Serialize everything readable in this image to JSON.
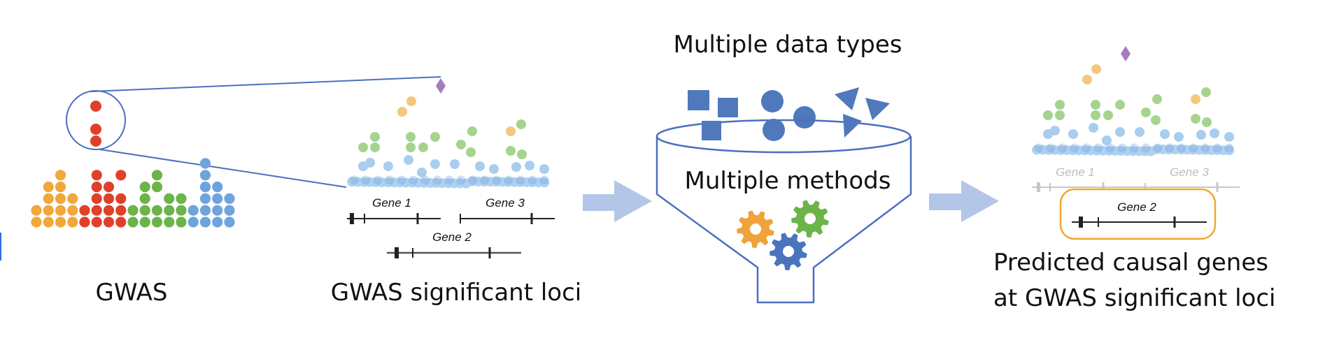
{
  "top_cutoff_text": "",
  "panels": {
    "gwas": {
      "label": "GWAS"
    },
    "loci": {
      "label": "GWAS significant loci",
      "genes": [
        "Gene 1",
        "Gene 3",
        "Gene 2"
      ]
    },
    "funnel": {
      "title": "Multiple data types",
      "inner_label": "Multiple methods",
      "data_shapes": [
        "square",
        "square",
        "square",
        "circle",
        "circle",
        "circle",
        "triangle",
        "triangle",
        "triangle"
      ],
      "gears": [
        "orange-gear",
        "green-gear",
        "blue-gear"
      ]
    },
    "result": {
      "label_line1": "Predicted causal genes",
      "label_line2": "at GWAS significant loci",
      "genes_faded": [
        "Gene 1",
        "Gene 3"
      ],
      "gene_highlighted": "Gene 2"
    }
  },
  "gwas_columns": [
    {
      "color": "orange",
      "rows": [
        1,
        2
      ]
    },
    {
      "color": "orange",
      "rows": [
        1,
        2,
        3,
        4
      ]
    },
    {
      "color": "orange",
      "rows": [
        1,
        2,
        3,
        4,
        5
      ]
    },
    {
      "color": "orange",
      "rows": [
        1,
        2,
        3
      ]
    },
    {
      "color": "red",
      "rows": [
        1,
        2
      ]
    },
    {
      "color": "red",
      "rows": [
        1,
        2,
        3,
        4,
        5
      ]
    },
    {
      "color": "red",
      "rows": [
        1,
        2,
        3,
        4
      ]
    },
    {
      "color": "red",
      "rows": [
        1,
        2,
        3,
        5
      ]
    },
    {
      "color": "green",
      "rows": [
        1,
        2
      ]
    },
    {
      "color": "green",
      "rows": [
        1,
        2,
        3,
        4
      ]
    },
    {
      "color": "green",
      "rows": [
        1,
        2,
        4,
        5
      ]
    },
    {
      "color": "green",
      "rows": [
        1,
        2,
        3
      ]
    },
    {
      "color": "green",
      "rows": [
        1,
        2,
        3
      ]
    },
    {
      "color": "blue",
      "rows": [
        1,
        2
      ]
    },
    {
      "color": "blue",
      "rows": [
        1,
        2,
        3,
        4,
        5,
        6
      ]
    },
    {
      "color": "blue",
      "rows": [
        1,
        2,
        3,
        4
      ]
    },
    {
      "color": "blue",
      "rows": [
        1,
        2,
        3
      ]
    }
  ],
  "colors": {
    "orange": "#f0a83a",
    "red": "#e0402a",
    "green": "#6cb34a",
    "blue": "#6fa3dc",
    "light_orange": "#f5c77e",
    "light_green": "#a6d48e",
    "light_blue": "#a9cdee",
    "purple": "#a77bbf",
    "outline_blue": "#4a6fbf",
    "arrow": "#b4c6e7",
    "highlight_box": "#f0a830",
    "funnel_shape_blue": "#4f78bd",
    "gear_orange": "#f0a33a",
    "gear_green": "#6cb34a",
    "gear_blue": "#4a74bd"
  }
}
